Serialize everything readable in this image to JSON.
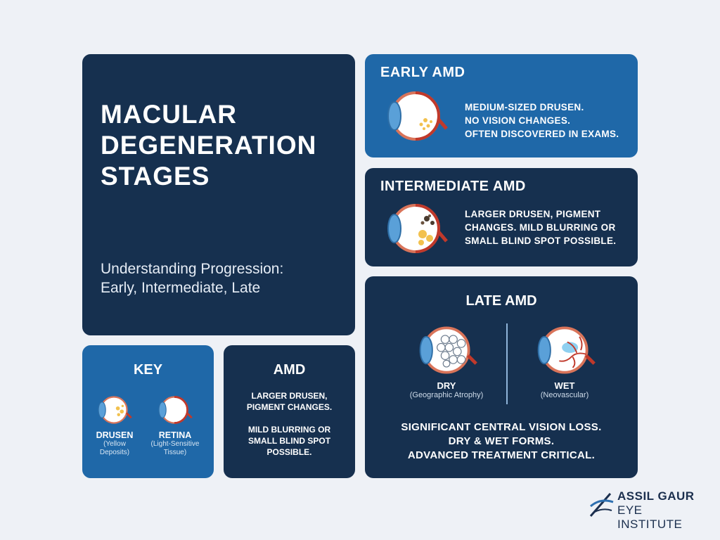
{
  "title_card": {
    "title_lines": [
      "MACULAR",
      "DEGENERATION",
      "STAGES"
    ],
    "subtitle_lines": [
      "Understanding Progression:",
      "Early, Intermediate, Late"
    ]
  },
  "early": {
    "heading": "EARLY AMD",
    "desc_lines": [
      "MEDIUM-SIZED DRUSEN.",
      "NO VISION CHANGES.",
      "OFTEN DISCOVERED IN EXAMS."
    ],
    "icon": "eye-drusen-icon"
  },
  "intermediate": {
    "heading": "INTERMEDIATE AMD",
    "desc_lines": [
      "LARGER DRUSEN, PIGMENT",
      "CHANGES. MILD BLURRING OR",
      "SMALL BLIND SPOT POSSIBLE."
    ],
    "icon": "eye-pigment-icon"
  },
  "late": {
    "heading": "LATE AMD",
    "dry_label": "DRY",
    "dry_sub": "(Geographic Atrophy)",
    "wet_label": "WET",
    "wet_sub": "(Neovascular)",
    "desc_lines": [
      "SIGNIFICANT CENTRAL VISION LOSS.",
      "DRY & WET FORMS.",
      "ADVANCED TREATMENT CRITICAL."
    ]
  },
  "key": {
    "heading": "KEY",
    "drusen_label": "DRUSEN",
    "drusen_sub_lines": [
      "(Yellow",
      "Deposits)"
    ],
    "retina_label": "RETINA",
    "retina_sub_lines": [
      "(Light-Sensitive",
      "Tissue)"
    ]
  },
  "amd": {
    "heading": "AMD",
    "desc_lines_1": [
      "LARGER DRUSEN,",
      "PIGMENT CHANGES."
    ],
    "desc_lines_2": [
      "MILD BLURRING OR",
      "SMALL BLIND SPOT",
      "POSSIBLE."
    ]
  },
  "logo": {
    "line1": "ASSIL GAUR",
    "line2": "EYE INSTITUTE"
  },
  "colors": {
    "navy": "#16304f",
    "blue": "#1f68a8",
    "background": "#eef1f6",
    "drusen_yellow": "#f2c14e",
    "vessel_red": "#c0392b"
  }
}
